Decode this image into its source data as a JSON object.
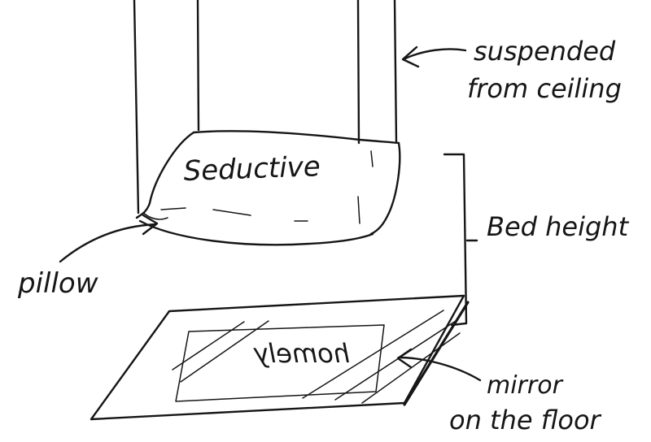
{
  "labels": {
    "suspended_line1": "suspended",
    "suspended_line2": "from ceiling",
    "pillow_text": "Seductive",
    "bed_height": "Bed height",
    "pillow_label": "pillow",
    "mirror_text": "homely",
    "mirror_line1": "mirror",
    "mirror_line2": "on the floor"
  },
  "colors": {
    "ink": "#161616",
    "paper": "#ffffff"
  }
}
